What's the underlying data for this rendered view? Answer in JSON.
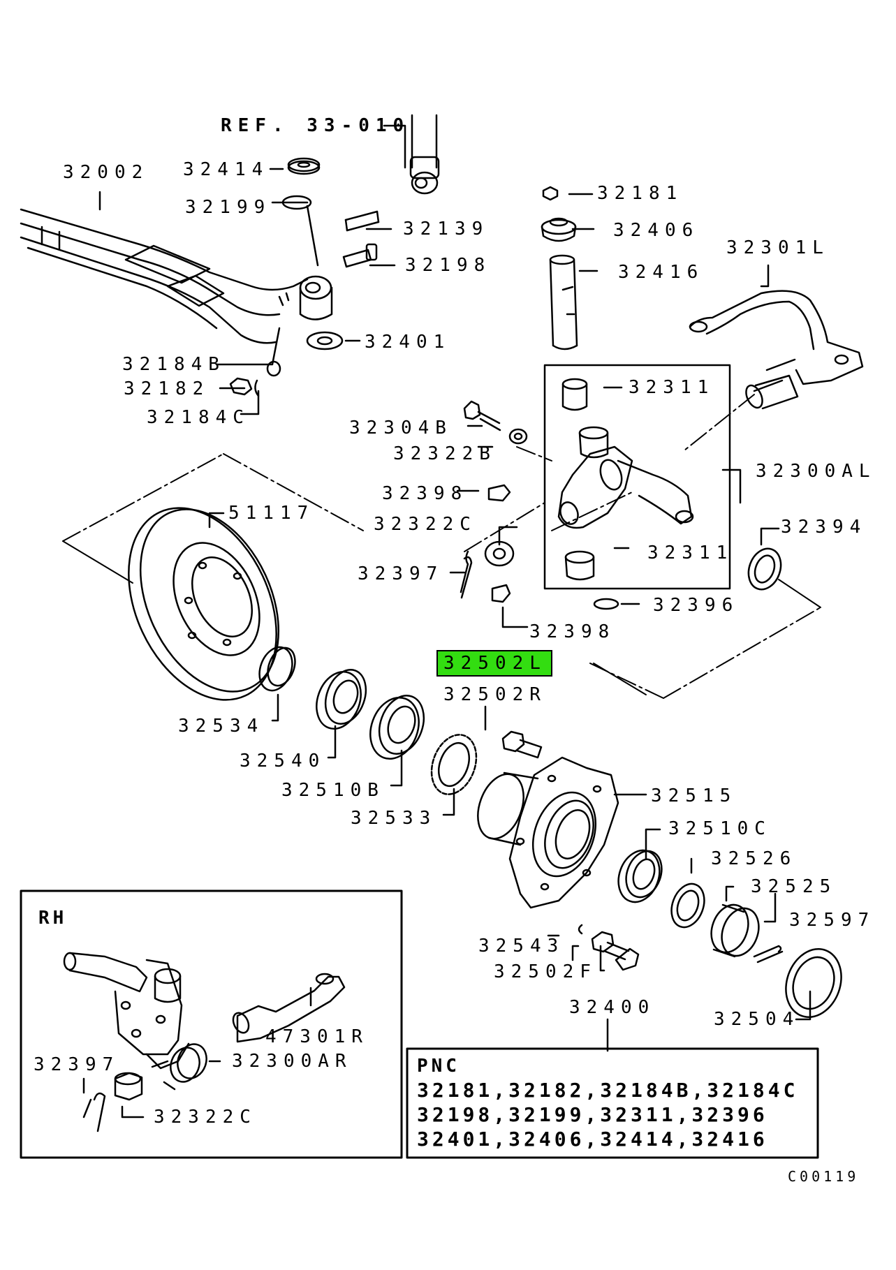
{
  "ref_label": "REF. 33-010",
  "selected_part": "32502L",
  "rh_title": "RH",
  "pnc": {
    "title": "PNC",
    "lines": [
      "32181,32182,32184B,32184C",
      "32198,32199,32311,32396",
      "32401,32406,32414,32416"
    ]
  },
  "diagram_code": "C00119",
  "parts": {
    "p32002": "32002",
    "p32414": "32414",
    "p32199": "32199",
    "p32139": "32139",
    "p32198": "32198",
    "p32181": "32181",
    "p32406": "32406",
    "p32416": "32416",
    "p32301L": "32301L",
    "p32401": "32401",
    "p32184B": "32184B",
    "p32182": "32182",
    "p32184C": "32184C",
    "p32311a": "32311",
    "p32304B": "32304B",
    "p32322B": "32322B",
    "p32300AL": "32300AL",
    "p32398a": "32398",
    "p51117": "51117",
    "p32322C": "32322C",
    "p32394": "32394",
    "p32397": "32397",
    "p32311b": "32311",
    "p32396": "32396",
    "p32398b": "32398",
    "p32502R": "32502R",
    "p32534": "32534",
    "p32540": "32540",
    "p32510B": "32510B",
    "p32533": "32533",
    "p32515": "32515",
    "p32510C": "32510C",
    "p32526": "32526",
    "p32525": "32525",
    "p32597": "32597",
    "p32543": "32543",
    "p32502F": "32502F",
    "p32400": "32400",
    "p32504": "32504",
    "rh47301R": "47301R",
    "rh32397": "32397",
    "rh32300AR": "32300AR",
    "rh32322C": "32322C"
  }
}
